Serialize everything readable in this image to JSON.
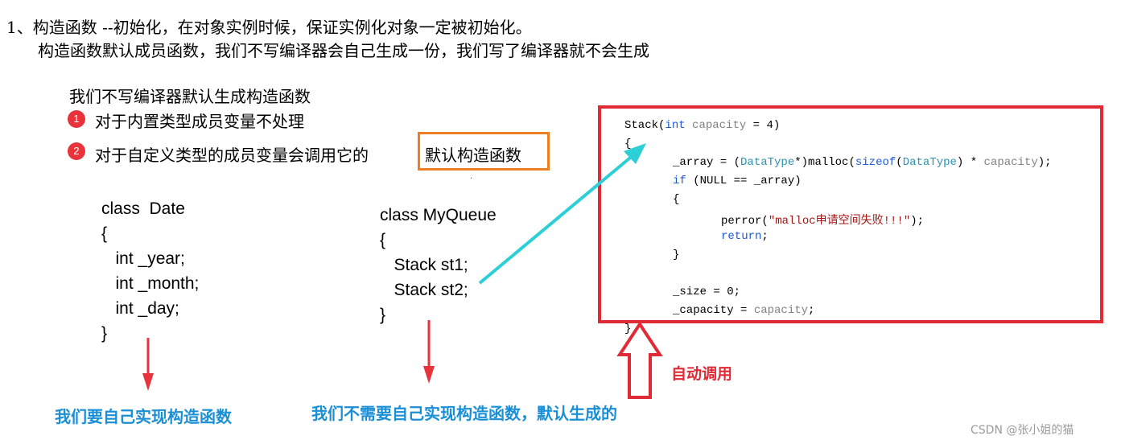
{
  "heading": {
    "line1": "1、构造函数 --初始化，在对象实例时候，保证实例化对象一定被初始化。",
    "line2": "构造函数默认成员函数，我们不写编译器会自己生成一份，我们写了编译器就不会生成"
  },
  "notes": {
    "title": "我们不写编译器默认生成构造函数",
    "item1_num": "1",
    "item1": "对于内置类型成员变量不处理",
    "item2_num": "2",
    "item2": "对于自定义类型的成员变量会调用它的",
    "item2_highlight": "默认构造函数",
    "dot": "."
  },
  "date_class": {
    "lines": [
      "class  Date",
      "{",
      "   int _year;",
      "   int _month;",
      "   int _day;",
      "}"
    ]
  },
  "queue_class": {
    "lines": [
      "class MyQueue",
      "{",
      "   Stack st1;",
      "   Stack st2;",
      "}"
    ]
  },
  "stack_code": {
    "l1_a": "Stack(",
    "l1_kw": "int",
    "l1_id": " capacity",
    "l1_b": " = 4)",
    "l2": "{",
    "l3_a": "_array = (",
    "l3_ty": "DataType",
    "l3_b": "*)malloc(",
    "l3_kw": "sizeof",
    "l3_c": "(",
    "l3_ty2": "DataType",
    "l3_d": ") * ",
    "l3_id": "capacity",
    "l3_e": ");",
    "l4_kw": "if",
    "l4_a": " (NULL == _array)",
    "l5": "{",
    "l6_a": "perror(",
    "l6_s": "\"malloc申请空间失败!!!\"",
    "l6_b": ");",
    "l7_kw": "return",
    "l7_a": ";",
    "l8": "}",
    "l9": "_size = 0;",
    "l10_a": "_capacity = ",
    "l10_id": "capacity",
    "l10_b": ";",
    "l11": "}"
  },
  "captions": {
    "left": "我们要自己实现构造函数",
    "middle": "我们不需要自己实现构造函数，默认生成的",
    "auto": "自动调用"
  },
  "watermark": "CSDN @张小姐的猫",
  "colors": {
    "red_box": "#e02b36",
    "orange_box": "#ef7d22",
    "caption_blue": "#1a8fd6",
    "arrow_cyan": "#2ccfd6"
  }
}
